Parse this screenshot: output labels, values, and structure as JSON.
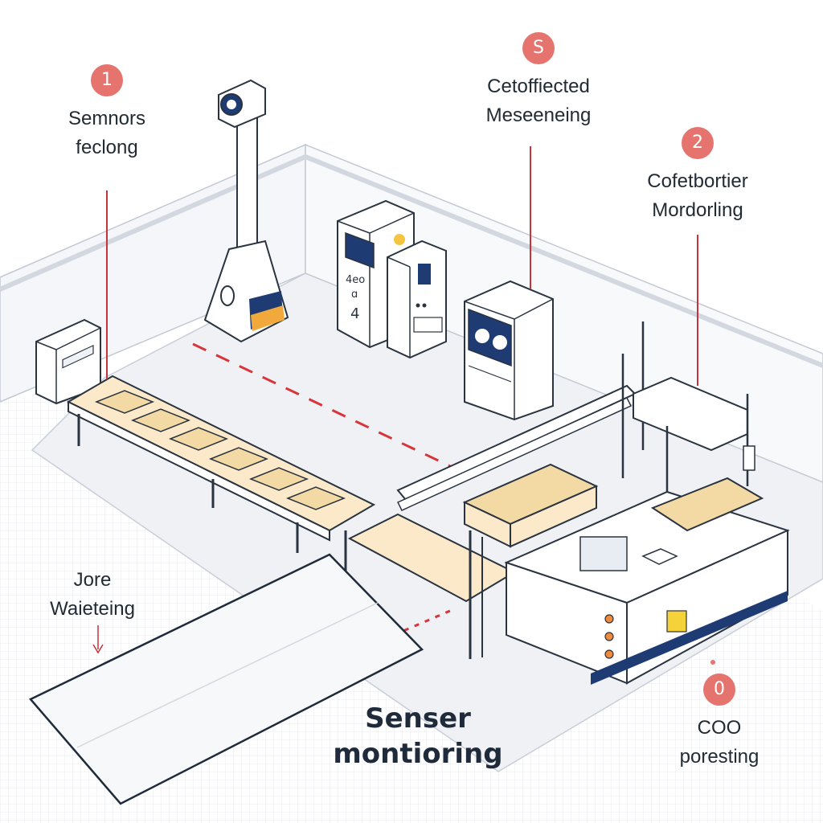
{
  "callouts": {
    "sensors": {
      "number": "1",
      "line1": "Semnors",
      "line2": "feclong"
    },
    "measuring": {
      "number": "S",
      "line1": "Cetoffiected",
      "line2": "Meseeneing"
    },
    "monitoring": {
      "number": "2",
      "line1": "Cofetbortier",
      "line2": "Mordorling"
    },
    "waiting": {
      "line1": "Јore",
      "line2": "Waieteing"
    },
    "processing": {
      "number": "0",
      "line1": "COO",
      "line2": "poresting"
    }
  },
  "title": {
    "line1": "Senser",
    "line2": "montioring"
  },
  "machine_labels": {
    "panel_a": "4eo",
    "panel_b": "ɑ",
    "panel_c": "4"
  },
  "colors": {
    "accent": "#e5736e",
    "dash": "#d8343a",
    "navy": "#1f3b73",
    "line": "#2a3340",
    "wood": "#f3d9a4"
  }
}
